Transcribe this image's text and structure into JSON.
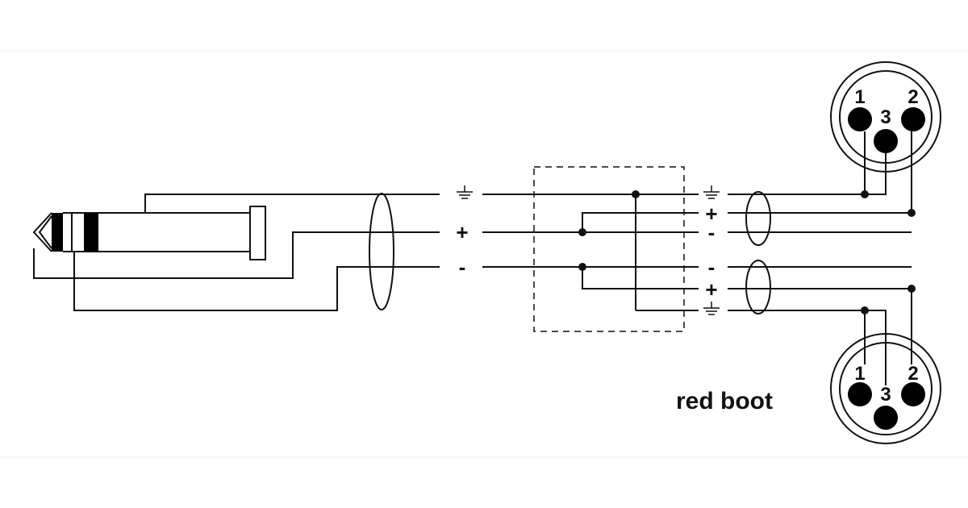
{
  "labels": {
    "plus": "+",
    "minus": "-",
    "caption": "red boot"
  },
  "xlr_top": {
    "pin1": "1",
    "pin2": "2",
    "pin3": "3"
  },
  "xlr_bottom": {
    "pin1": "1",
    "pin2": "2",
    "pin3": "3"
  },
  "colors": {
    "line": "#111111",
    "background": "#ffffff"
  }
}
